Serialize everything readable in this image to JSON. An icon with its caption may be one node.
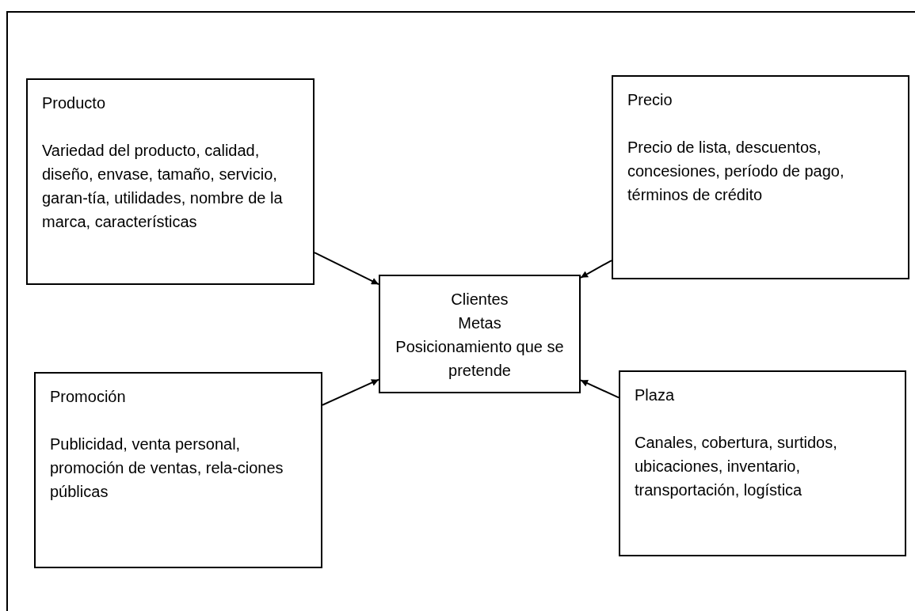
{
  "diagram": {
    "nodes": [
      {
        "text": [
          "Producto",
          "Variedad del producto, calidad,  diseño, envase, tamaño, servicio, garan-tía, utilidades, nombre de la marca, características"
        ]
      },
      {
        "text": [
          "Precio",
          "Precio de lista, descuentos, concesiones, período de pago, términos de crédito"
        ]
      },
      {
        "text": [
          "Clientes",
          "Metas",
          "Posicionamiento que se pretende"
        ]
      },
      {
        "text": [
          "Promoción",
          "Publicidad, venta personal, promoción de ventas, rela-ciones públicas"
        ]
      },
      {
        "text": [
          "Plaza",
          "Canales, cobertura, surtidos, ubicaciones, inventario, transportación, logística"
        ]
      }
    ],
    "edges": [
      {
        "from": 0,
        "to": 2,
        "arrow": "to"
      },
      {
        "from": 1,
        "to": 2,
        "arrow": "to"
      },
      {
        "from": 3,
        "to": 2,
        "arrow": "to"
      },
      {
        "from": 4,
        "to": 2,
        "arrow": "to"
      }
    ]
  }
}
